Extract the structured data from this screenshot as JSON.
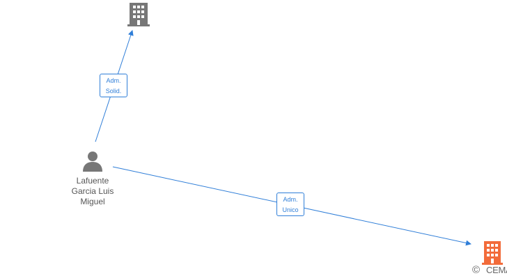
{
  "diagram": {
    "nodes": {
      "company_top": {
        "icon": "building-icon",
        "color": "#777777"
      },
      "person": {
        "icon": "person-icon",
        "color": "#777777",
        "label_lines": [
          "Lafuente",
          "Garcia Luis",
          "Miguel"
        ]
      },
      "company_bottom": {
        "icon": "building-icon",
        "color": "#f26b3a"
      }
    },
    "edges": [
      {
        "from": "person",
        "to": "company_top",
        "label_lines": [
          "Adm.",
          "Solid."
        ]
      },
      {
        "from": "person",
        "to": "company_bottom",
        "label_lines": [
          "Adm.",
          "Unico"
        ]
      }
    ],
    "edge_color": "#2f7ed8"
  },
  "watermark": {
    "symbol": "©",
    "text": "CEMA-EL"
  }
}
